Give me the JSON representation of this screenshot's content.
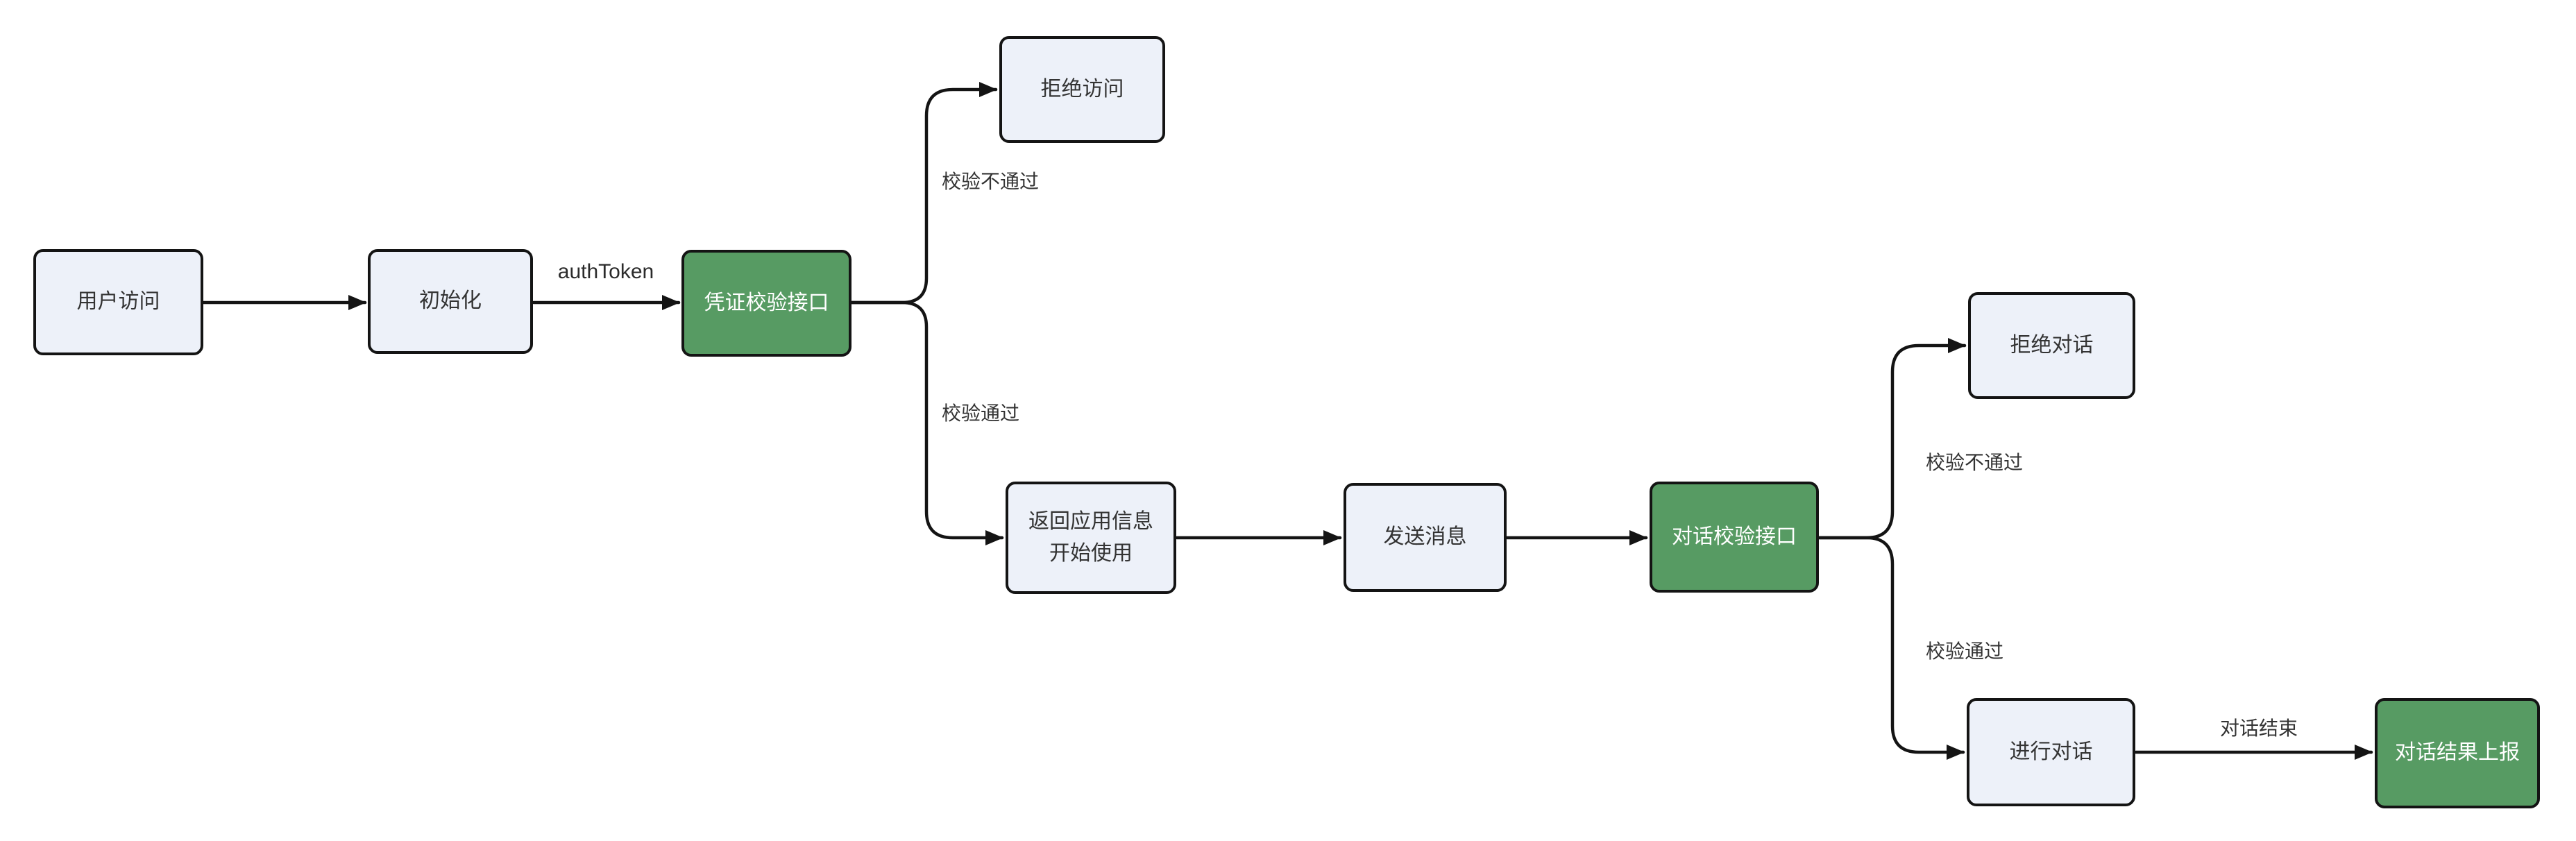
{
  "diagram": {
    "type": "flowchart",
    "direction": "left-to-right",
    "colors": {
      "background": "#ffffff",
      "node_fill": "#edf1f9",
      "node_border": "#141414",
      "node_text": "#333333",
      "highlight_fill": "#579b63",
      "highlight_text": "#ffffff",
      "edge_stroke": "#141414",
      "edge_label_text": "#333333"
    },
    "nodes": {
      "user_access": {
        "label": "用户访问",
        "style": "default"
      },
      "init": {
        "label": "初始化",
        "style": "default"
      },
      "credential_check": {
        "label": "凭证校验接口",
        "style": "green"
      },
      "deny_access": {
        "label": "拒绝访问",
        "style": "default"
      },
      "return_app_info": {
        "label": "返回应用信息\n开始使用",
        "style": "default"
      },
      "send_message": {
        "label": "发送消息",
        "style": "default"
      },
      "dialog_check": {
        "label": "对话校验接口",
        "style": "green"
      },
      "deny_dialog": {
        "label": "拒绝对话",
        "style": "default"
      },
      "do_dialog": {
        "label": "进行对话",
        "style": "default"
      },
      "report_result": {
        "label": "对话结果上报",
        "style": "green"
      }
    },
    "edge_labels": {
      "auth_token": {
        "text": "authToken"
      },
      "cred_fail": {
        "text": "校验不通过"
      },
      "cred_pass": {
        "text": "校验通过"
      },
      "dialog_fail": {
        "text": "校验不通过"
      },
      "dialog_pass": {
        "text": "校验通过"
      },
      "dialog_end": {
        "text": "对话结束"
      }
    },
    "edges": [
      {
        "from": "user_access",
        "to": "init",
        "label": ""
      },
      {
        "from": "init",
        "to": "credential_check",
        "label": "authToken"
      },
      {
        "from": "credential_check",
        "to": "deny_access",
        "label": "校验不通过"
      },
      {
        "from": "credential_check",
        "to": "return_app_info",
        "label": "校验通过"
      },
      {
        "from": "return_app_info",
        "to": "send_message",
        "label": ""
      },
      {
        "from": "send_message",
        "to": "dialog_check",
        "label": ""
      },
      {
        "from": "dialog_check",
        "to": "deny_dialog",
        "label": "校验不通过"
      },
      {
        "from": "dialog_check",
        "to": "do_dialog",
        "label": "校验通过"
      },
      {
        "from": "do_dialog",
        "to": "report_result",
        "label": "对话结束"
      }
    ]
  }
}
